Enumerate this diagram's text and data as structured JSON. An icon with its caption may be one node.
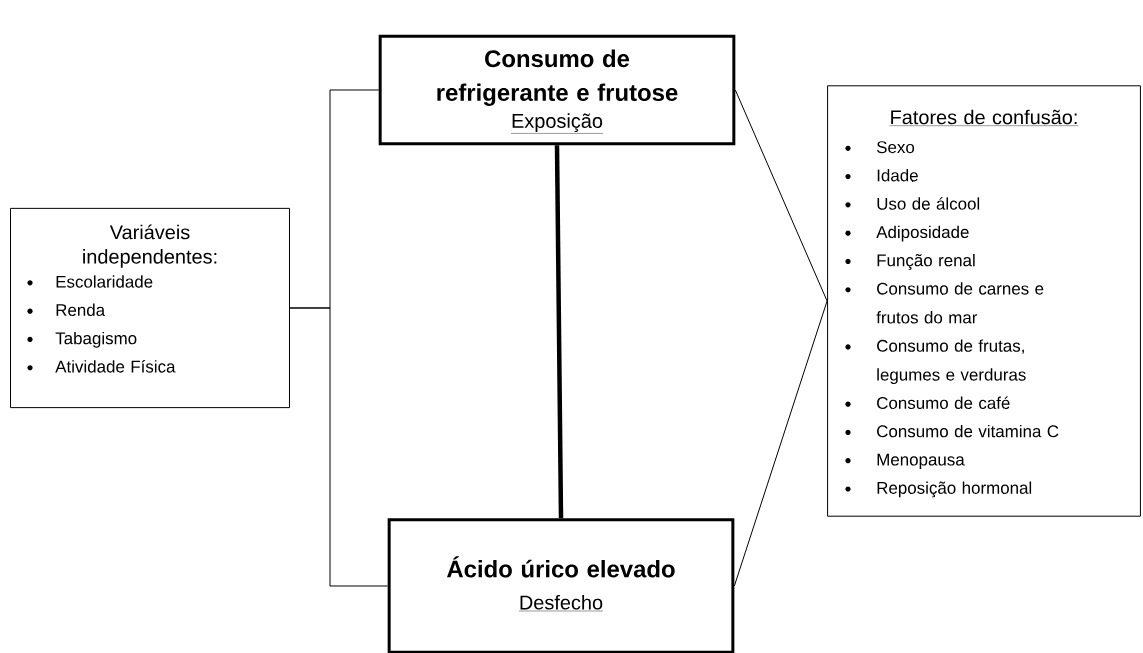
{
  "diagram": {
    "nodes": [
      {
        "text": [
          "Consumo de refrigerante e frutose",
          "Exposição"
        ]
      },
      {
        "text": [
          "Ácido úrico elevado",
          "Desfecho"
        ]
      },
      {
        "text": [
          "Variáveis independentes:",
          "Escolaridade",
          "Renda",
          "Tabagismo",
          "Atividade Física"
        ]
      },
      {
        "text": [
          "Fatores de confusão:",
          "Sexo",
          "Idade",
          "Uso de álcool",
          "Adiposidade",
          "Função renal",
          "Consumo de carnes e frutos do mar",
          "Consumo de frutas, legumes e verduras",
          "Consumo de café",
          "Consumo de vitamina C",
          "Menopausa",
          "Reposição hormonal"
        ]
      }
    ],
    "edges": [
      {
        "from": 2,
        "to": 0,
        "arrow": "none"
      },
      {
        "from": 2,
        "to": 1,
        "arrow": "none"
      },
      {
        "from": 0,
        "to": 1,
        "arrow": "none",
        "style": "thick"
      },
      {
        "from": 0,
        "to": 3,
        "arrow": "none"
      },
      {
        "from": 1,
        "to": 3,
        "arrow": "none"
      }
    ]
  }
}
